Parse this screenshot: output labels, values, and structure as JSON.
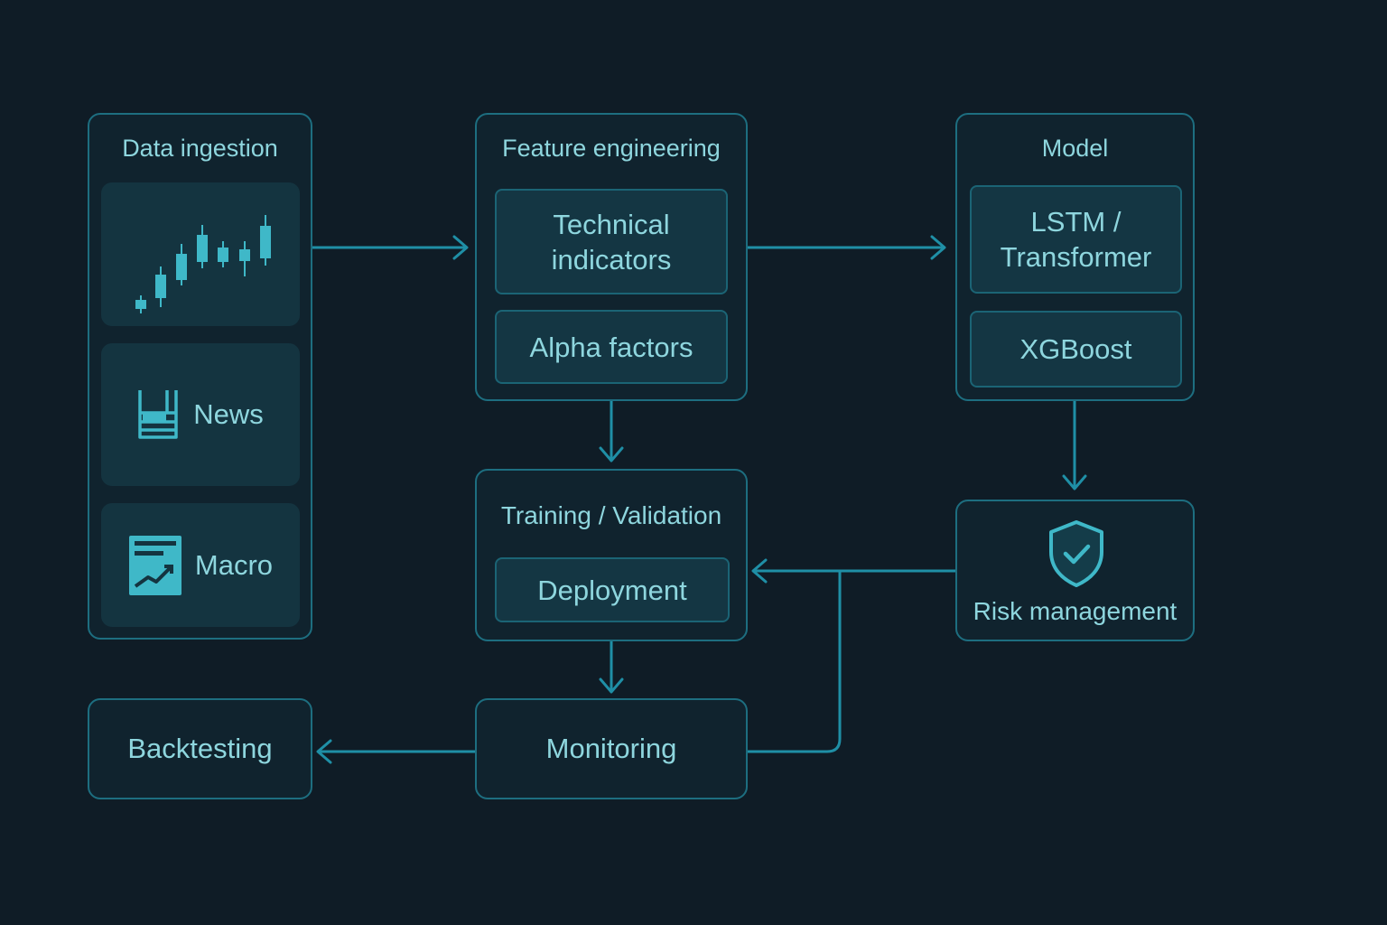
{
  "ingestion": {
    "title": "Data ingestion",
    "sources": [
      {
        "label": "",
        "icon": "candlestick-chart-icon"
      },
      {
        "label": "News",
        "icon": "newspaper-icon"
      },
      {
        "label": "Macro",
        "icon": "macro-chart-icon"
      }
    ]
  },
  "features": {
    "title": "Feature engineering",
    "items": [
      "Technical\nindicators",
      "Alpha factors"
    ]
  },
  "model": {
    "title": "Model",
    "items": [
      "LSTM /\nTransformer",
      "XGBoost"
    ]
  },
  "training": {
    "title": "Training / Validation",
    "items": [
      "Deployment"
    ]
  },
  "risk": {
    "title": "Risk management",
    "icon": "shield-check-icon"
  },
  "monitoring": {
    "title": "Monitoring"
  },
  "backtesting": {
    "title": "Backtesting"
  },
  "colors": {
    "background": "#0f1c26",
    "panel_border": "#1d6e80",
    "connector": "#1f8fa6",
    "text": "#8ed6de",
    "icon": "#3fb8c8"
  }
}
